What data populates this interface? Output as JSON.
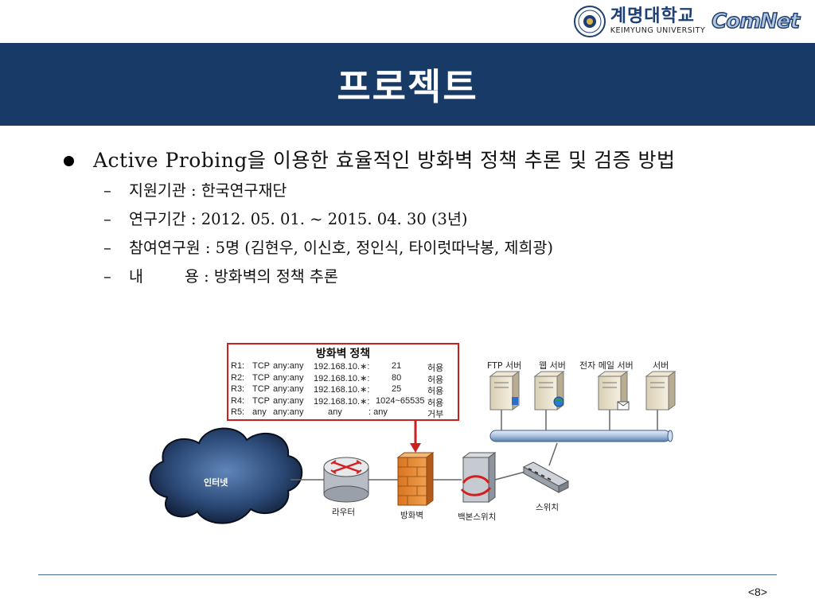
{
  "header": {
    "univ_kr": "계명대학교",
    "univ_en": "KEIMYUNG UNIVERSITY",
    "lab_logo": "ComNet"
  },
  "slide": {
    "title": "프로젝트"
  },
  "main": {
    "bullet": "Active Probing을 이용한 효율적인 방화벽 정책 추론 및 검증 방법",
    "items": [
      {
        "label": "지원기관 : 한국연구재단"
      },
      {
        "label": "연구기간 : 2012. 05. 01. ~ 2015. 04. 30 (3년)"
      },
      {
        "label": "참여연구원 : 5명 (김현우, 이신호, 정인식, 타이럿따낙봉, 제희광)"
      },
      {
        "label_a": "내",
        "label_b": "용 : 방화벽의 정책 추론"
      }
    ]
  },
  "diagram": {
    "policy_title": "방화벽 정책",
    "rules": [
      {
        "id": "R1:",
        "proto": "TCP",
        "src": "any:any",
        "dst": "192.168.10.∗:",
        "port": "21",
        "action": "허용"
      },
      {
        "id": "R2:",
        "proto": "TCP",
        "src": "any:any",
        "dst": "192.168.10.∗:",
        "port": "80",
        "action": "허용"
      },
      {
        "id": "R3:",
        "proto": "TCP",
        "src": "any:any",
        "dst": "192.168.10.∗:",
        "port": "25",
        "action": "허용"
      },
      {
        "id": "R4:",
        "proto": "TCP",
        "src": "any:any",
        "dst": "192.168.10.∗:",
        "port": "1024~65535",
        "action": "허용"
      },
      {
        "id": "R5:",
        "proto": "any",
        "src": "any:any",
        "dst": "any",
        "port": ":      any",
        "action": "거부"
      }
    ],
    "servers": [
      "FTP 서버",
      "웹 서버",
      "전자 메일 서버",
      "서버"
    ],
    "devices": {
      "cloud": "인터넷",
      "router": "라우터",
      "firewall": "방화벽",
      "backbone": "백본스위치",
      "switch": "스위치"
    },
    "colors": {
      "accent": "#cc2020",
      "title_bar": "#183a66"
    }
  },
  "footer": {
    "page": "<8>"
  }
}
